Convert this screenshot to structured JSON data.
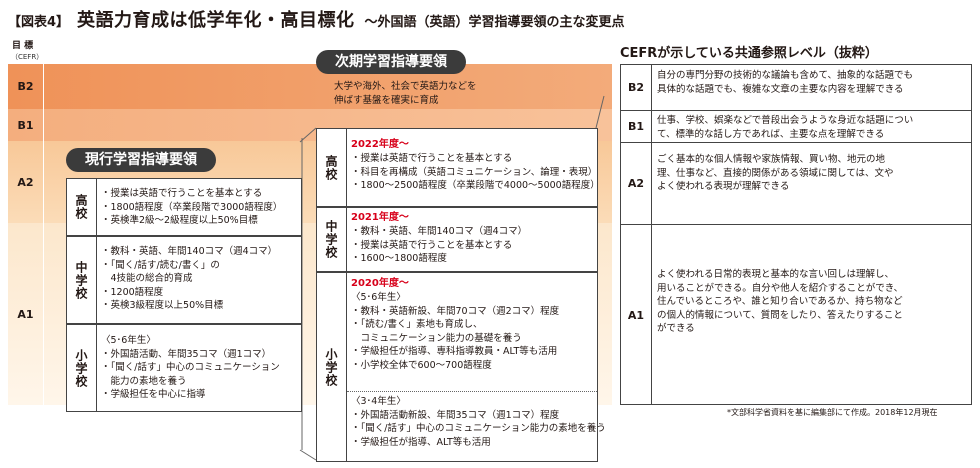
{
  "header": {
    "fig_label": "【図表4】",
    "title": "英語力育成は低学年化・高目標化",
    "subtitle": "～外国語（英語）学習指導要領の主な変更点"
  },
  "axis": {
    "label": "目 標",
    "unit": "（CEFR）"
  },
  "levels": [
    "B2",
    "B1",
    "A2",
    "A1"
  ],
  "next_guidelines": {
    "title": "次期学習指導要領",
    "lead": [
      "大学や海外、社会で英語力などを",
      "伸ばす基盤を確実に育成"
    ],
    "high": {
      "label": "高校",
      "year": "2022年度～",
      "items": [
        "・授業は英語で行うことを基本とする",
        "・科目を再構成（英語コミュニケーション、論理・表現）",
        "・1800～2500語程度（卒業段階で4000～5000語程度）"
      ]
    },
    "middle": {
      "label": "中学校",
      "year": "2021年度～",
      "items": [
        "・教科・英語、年間140コマ（週4コマ）",
        "・授業は英語で行うことを基本とする",
        "・1600～1800語程度"
      ]
    },
    "elementary": {
      "label": "小学校",
      "year": "2020年度～",
      "upper_heading": "〈5･6年生〉",
      "upper_items": [
        "・教科・英語新設、年間70コマ（週2コマ）程度",
        "・「読む/書く」素地も育成し、",
        "　コミュニケーション能力の基礎を養う",
        "・学級担任が指導、専科指導教員・ALT等も活用",
        "・小学校全体で600～700語程度"
      ],
      "lower_heading": "〈3･4年生〉",
      "lower_items": [
        "・外国語活動新設、年間35コマ（週1コマ）程度",
        "・「聞く/話す」中心のコミュニケーション能力の素地を養う",
        "・学級担任が指導、ALT等も活用"
      ]
    }
  },
  "current_guidelines": {
    "title": "現行学習指導要領",
    "high": {
      "label": "高校",
      "items": [
        "・授業は英語で行うことを基本とする",
        "・1800語程度（卒業段階で3000語程度）",
        "・英検準2級～2級程度以上50%目標"
      ]
    },
    "middle": {
      "label": "中学校",
      "items": [
        "・教科・英語、年間140コマ（週4コマ）",
        "・「聞く/話す/読む/書く」の",
        "　4技能の総合的育成",
        "・1200語程度",
        "・英検3級程度以上50%目標"
      ]
    },
    "elementary": {
      "label": "小学校",
      "items": [
        "〈5･6年生〉",
        "・外国語活動、年間35コマ（週1コマ）",
        "・「聞く/話す」中心のコミュニケーション",
        "　能力の素地を養う",
        "・学級担任を中心に指導"
      ]
    }
  },
  "cefr": {
    "title": "CEFRが示している共通参照レベル（抜粋）",
    "rows": [
      {
        "level": "B2",
        "lines": [
          "自分の専門分野の技術的な議論も含めて、抽象的な話題でも",
          "具体的な話題でも、複雑な文章の主要な内容を理解できる"
        ]
      },
      {
        "level": "B1",
        "lines": [
          "仕事、学校、娯楽などで普段出会うような身近な話題につい",
          "て、標準的な話し方であれば、主要な点を理解できる"
        ]
      },
      {
        "level": "A2",
        "lines": [
          "ごく基本的な個人情報や家族情報、買い物、地元の地",
          "理、仕事など、直接的関係がある領域に関しては、文や",
          "よく使われる表現が理解できる"
        ]
      },
      {
        "level": "A1",
        "lines": [
          "よく使われる日常的表現と基本的な言い回しは理解し、",
          "用いることができる。自分や他人を紹介することができ、",
          "住んでいるところや、誰と知り合いであるか、持ち物など",
          "の個人的情報について、質問をしたり、答えたりすること",
          "ができる"
        ]
      }
    ]
  },
  "footnote": "*文部科学省資料を基に編集部にて作成。2018年12月現在",
  "colors": {
    "b2": "#ef9258",
    "b1": "#f4ae7e",
    "a2": "#f8c898",
    "a1": "#fce7cc",
    "year_red": "#d7001a",
    "title_bg": "#3b3b3b"
  }
}
